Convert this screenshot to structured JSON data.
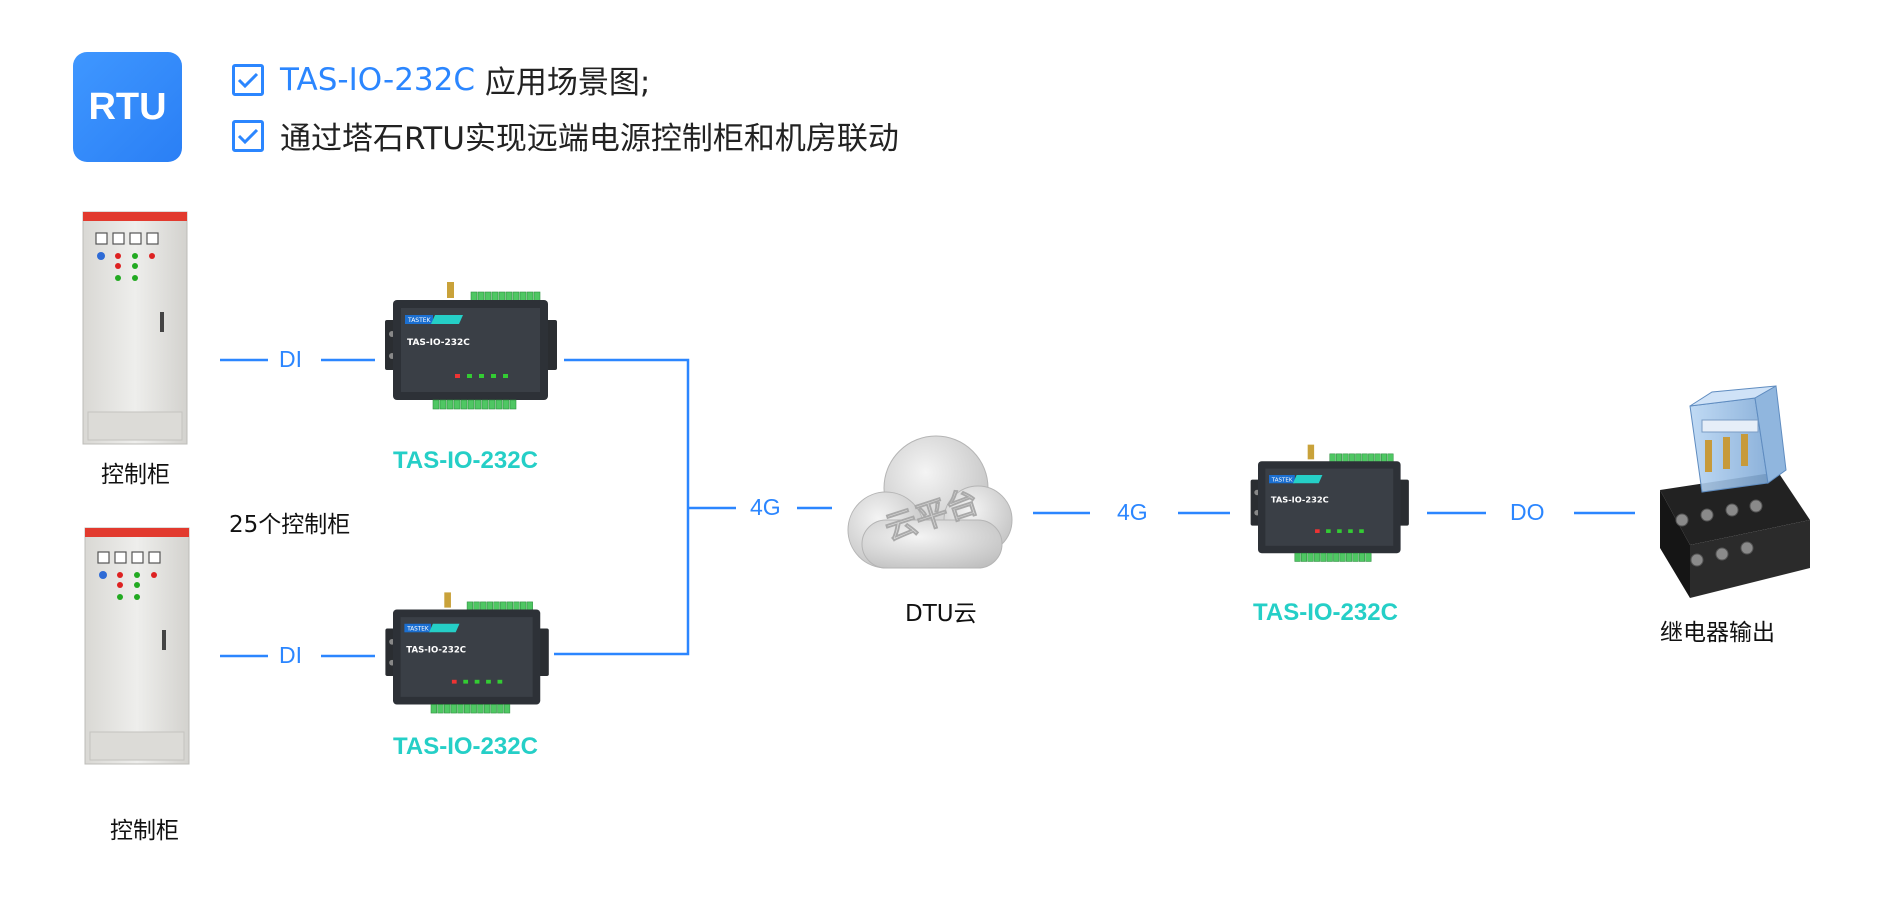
{
  "badge": {
    "label": "RTU"
  },
  "header": {
    "line1": {
      "product": "TAS-IO-232C",
      "rest": " 应用场景图;"
    },
    "line2": {
      "text": "通过塔石RTU实现远端电源控制柜和机房联动"
    }
  },
  "left": {
    "cabinet_top_caption": "控制柜",
    "cabinet_bottom_caption": "控制柜",
    "count_caption": "25个控制柜"
  },
  "devices": {
    "top_label": "TAS-IO-232C",
    "bottom_label": "TAS-IO-232C",
    "right_label": "TAS-IO-232C",
    "screen_brand": "TASTEK",
    "screen_model": "TAS-IO-232C"
  },
  "links": {
    "di_top": "DI",
    "di_bottom": "DI",
    "g4_left": "4G",
    "g4_right": "4G",
    "do": "DO"
  },
  "cloud": {
    "caption": "DTU云",
    "emboss": "云平台"
  },
  "relay": {
    "caption": "继电器输出"
  },
  "colors": {
    "accent_blue": "#2b86ff",
    "teal": "#25cfc7",
    "cabinet": "#e8e8e6",
    "cabinet_top": "#e23a2e",
    "device_body": "#2d3137"
  }
}
